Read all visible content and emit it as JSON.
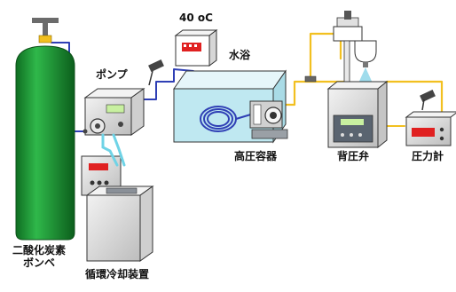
{
  "labels": {
    "cylinder": [
      "二酸化炭素",
      "ボンベ"
    ],
    "pump": "ポンプ",
    "chiller": "循環冷却装置",
    "bath_display": "40 oC",
    "water_bath": "水浴",
    "vessel": "高圧容器",
    "back_pressure_valve": "背圧弁",
    "pressure_gauge": "圧力計"
  },
  "colors": {
    "cylinder_green": "#1f9a35",
    "line_blue": "#2f3fb5",
    "line_yellow": "#f2c020",
    "water": "#bfe8f1",
    "coolant_tube": "#6fd3e6",
    "display_red": "#e02020",
    "display_green": "#c8f0a0",
    "panel_gray": "#d9d9d9",
    "panel_dark": "#5a6470"
  }
}
